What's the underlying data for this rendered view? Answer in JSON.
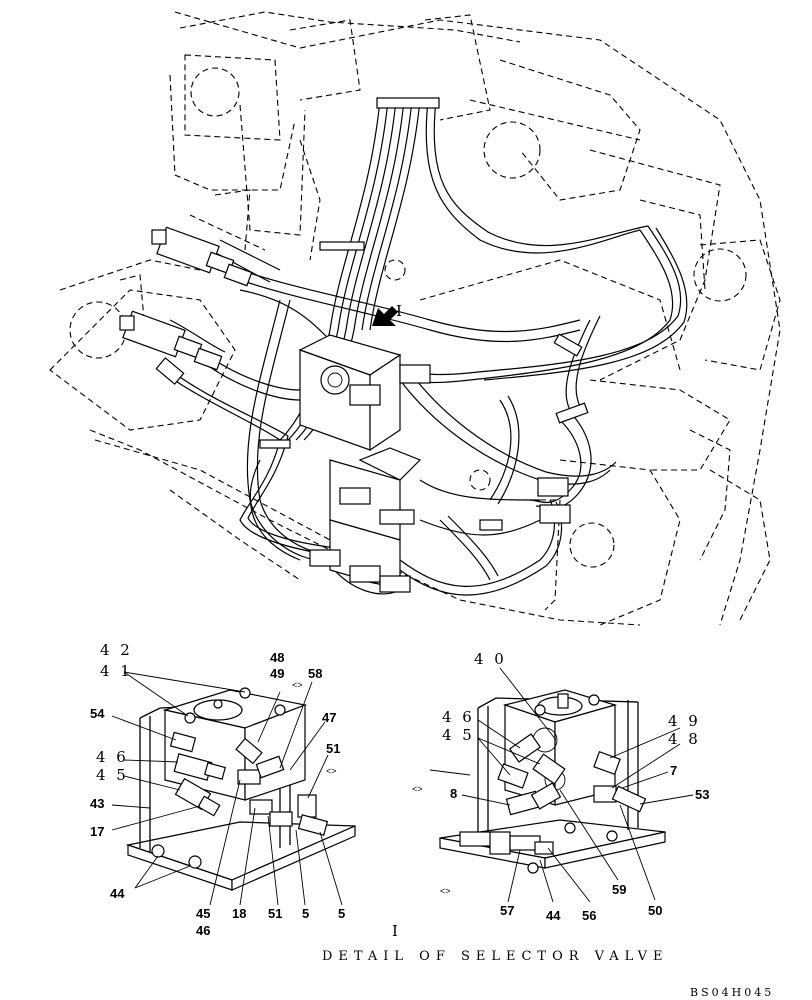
{
  "main_view": {
    "section_marker": "I"
  },
  "detail": {
    "caption_id": "I",
    "caption_text": "DETAIL OF SELECTOR VALVE",
    "left_labels": {
      "l42": "4 2",
      "l41": "4 1",
      "l54": "54",
      "l46": "4 6",
      "l45": "4 5",
      "l43": "43",
      "l17": "17",
      "l44": "44",
      "l48": "48",
      "l49": "49",
      "l58": "58",
      "l47": "47",
      "l51a": "51",
      "l45b": "45",
      "l46b": "46",
      "l18": "18",
      "l51b": "51",
      "l5a": "5",
      "l5b": "5",
      "arrow": "<>",
      "arrow2": "<>"
    },
    "right_labels": {
      "l40": "4 0",
      "l46": "4 6",
      "l45": "4 5",
      "l8": "8",
      "l49": "4 9",
      "l48": "4 8",
      "l7": "7",
      "l53": "53",
      "l57": "57",
      "l44": "44",
      "l56": "56",
      "l59": "59",
      "l50": "50",
      "arrow": "<>",
      "arrow2": "<>"
    }
  },
  "footer": {
    "drawing_code": "BS04H045"
  }
}
